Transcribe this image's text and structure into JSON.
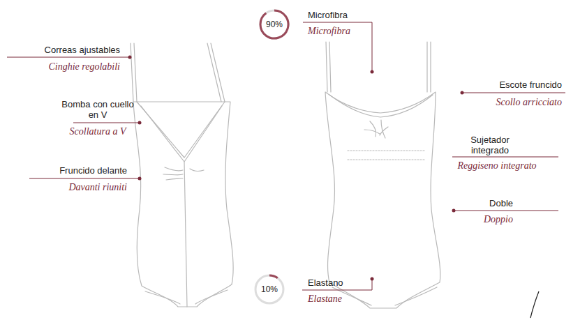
{
  "diagram": {
    "nodes": [
      {
        "text": [
          "90%"
        ]
      },
      {
        "text": [
          "10%"
        ]
      }
    ],
    "labels": [
      "Microfibra",
      "Microfibra",
      "Correas ajustables",
      "Cinghie regolabili",
      "Escote fruncido",
      "Scollo arricciato",
      "Bomba con cuello en V",
      "Scollatura a V",
      "Sujetador integrado",
      "Reggiseno integrato",
      "Fruncido delante",
      "Davanti riuniti",
      "Doble",
      "Doppio",
      "Elastano",
      "Elastane"
    ]
  }
}
